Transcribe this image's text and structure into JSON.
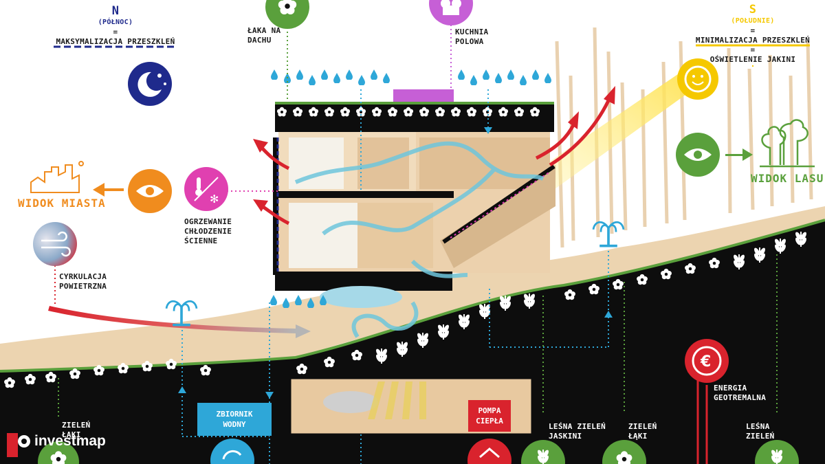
{
  "north": {
    "letter": "N",
    "sub": "(PÓŁNOC)",
    "eq": "=",
    "desc": "MAKSYMALIZACJA PRZESZKLEŃ"
  },
  "south": {
    "letter": "S",
    "sub": "(POŁUDNIE)",
    "eq1": "=",
    "desc1": "MINIMALIZACJA PRZESZKLEŃ",
    "eq2": "=",
    "desc2": "OŚWIETLENIE JAKINI"
  },
  "labels": {
    "roof_meadow": [
      "ŁAKA NA",
      "DACHU"
    ],
    "field_kitchen": [
      "KUCHNIA",
      "POLOWA"
    ],
    "wall_heating": [
      "OGRZEWANIE",
      "CHŁODZENIE",
      "ŚCIENNE"
    ],
    "air_circulation": [
      "CYRKULACJA",
      "POWIETRZNA"
    ],
    "city_view": "WIDOK MIASTA",
    "forest_view": "WIDOK LASU",
    "water_tank": [
      "ZBIORNIK",
      "WODNY"
    ],
    "heat_pump": [
      "POMPA",
      "CIEPŁA"
    ],
    "geothermal": [
      "ENERGIA",
      "GEOTREMALNA"
    ],
    "meadow_green_left": [
      "ZIELEŃ",
      "ŁĄKI"
    ],
    "forest_green_cave": [
      "LEŚNA ZIELEŃ",
      "JASKINI"
    ],
    "meadow_green_right": [
      "ZIELEŃ",
      "ŁĄKI"
    ],
    "forest_green": [
      "LEŚNA",
      "ZIELEŃ"
    ]
  },
  "brand": {
    "name": "investmap"
  },
  "colors": {
    "north_blue": "#1f2a8c",
    "south_yellow": "#f5c800",
    "green": "#5aa03c",
    "orange": "#f08c1e",
    "magenta": "#e040b0",
    "red": "#d9232d",
    "cyan": "#2ea7d8",
    "purple": "#c65fd6",
    "wood": "#e8c9a0",
    "ground": "#0d0d0d"
  },
  "icons": [
    "moon-stars-icon",
    "sun-face-icon",
    "eye-icon",
    "thermometer-snowflake-icon",
    "wind-icon",
    "flower-icon",
    "chef-hat-icon",
    "fountain-icon",
    "euro-icon",
    "house-energy-icon",
    "recycle-icon",
    "trees-icon",
    "city-skyline-icon",
    "water-drop-icon"
  ]
}
